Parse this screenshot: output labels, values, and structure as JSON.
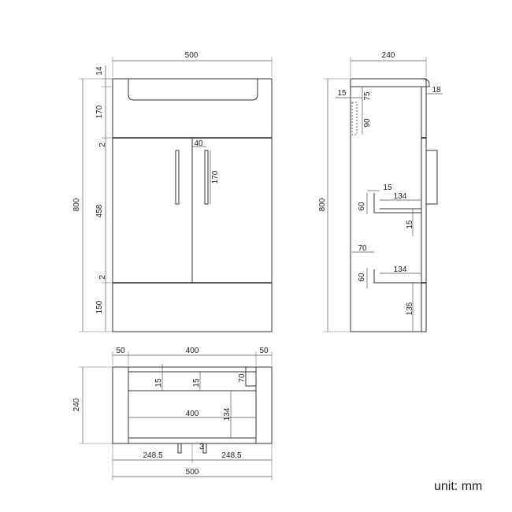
{
  "front": {
    "width": "500",
    "top_lip": "14",
    "basin_h": "170",
    "gap_top": "2",
    "door_h": "458",
    "gap_bottom": "2",
    "plinth_h": "150",
    "total_h": "800",
    "handle_offset": "40",
    "handle_len": "170"
  },
  "side": {
    "depth": "240",
    "top_thick": "18",
    "cutout_w": "15",
    "cutout_top": "75",
    "cutout_h": "90",
    "total_h": "800",
    "shelf1_offset": "15",
    "shelf1_depth": "134",
    "shelf1_h": "60",
    "shelf1_thick": "15",
    "shelf2_offset": "70",
    "shelf2_depth": "134",
    "shelf2_h": "60",
    "shelf2_bottom": "135"
  },
  "plan": {
    "left_margin": "50",
    "inner_w": "400",
    "right_margin": "50",
    "depth": "240",
    "back_gap": "15",
    "back_gap2": "15",
    "side_gap": "70",
    "inner_w2": "400",
    "shelf_depth": "134",
    "half_left": "248.5",
    "gap_mid": "3",
    "half_right": "248.5",
    "total_w": "500"
  },
  "unit": "unit: mm"
}
